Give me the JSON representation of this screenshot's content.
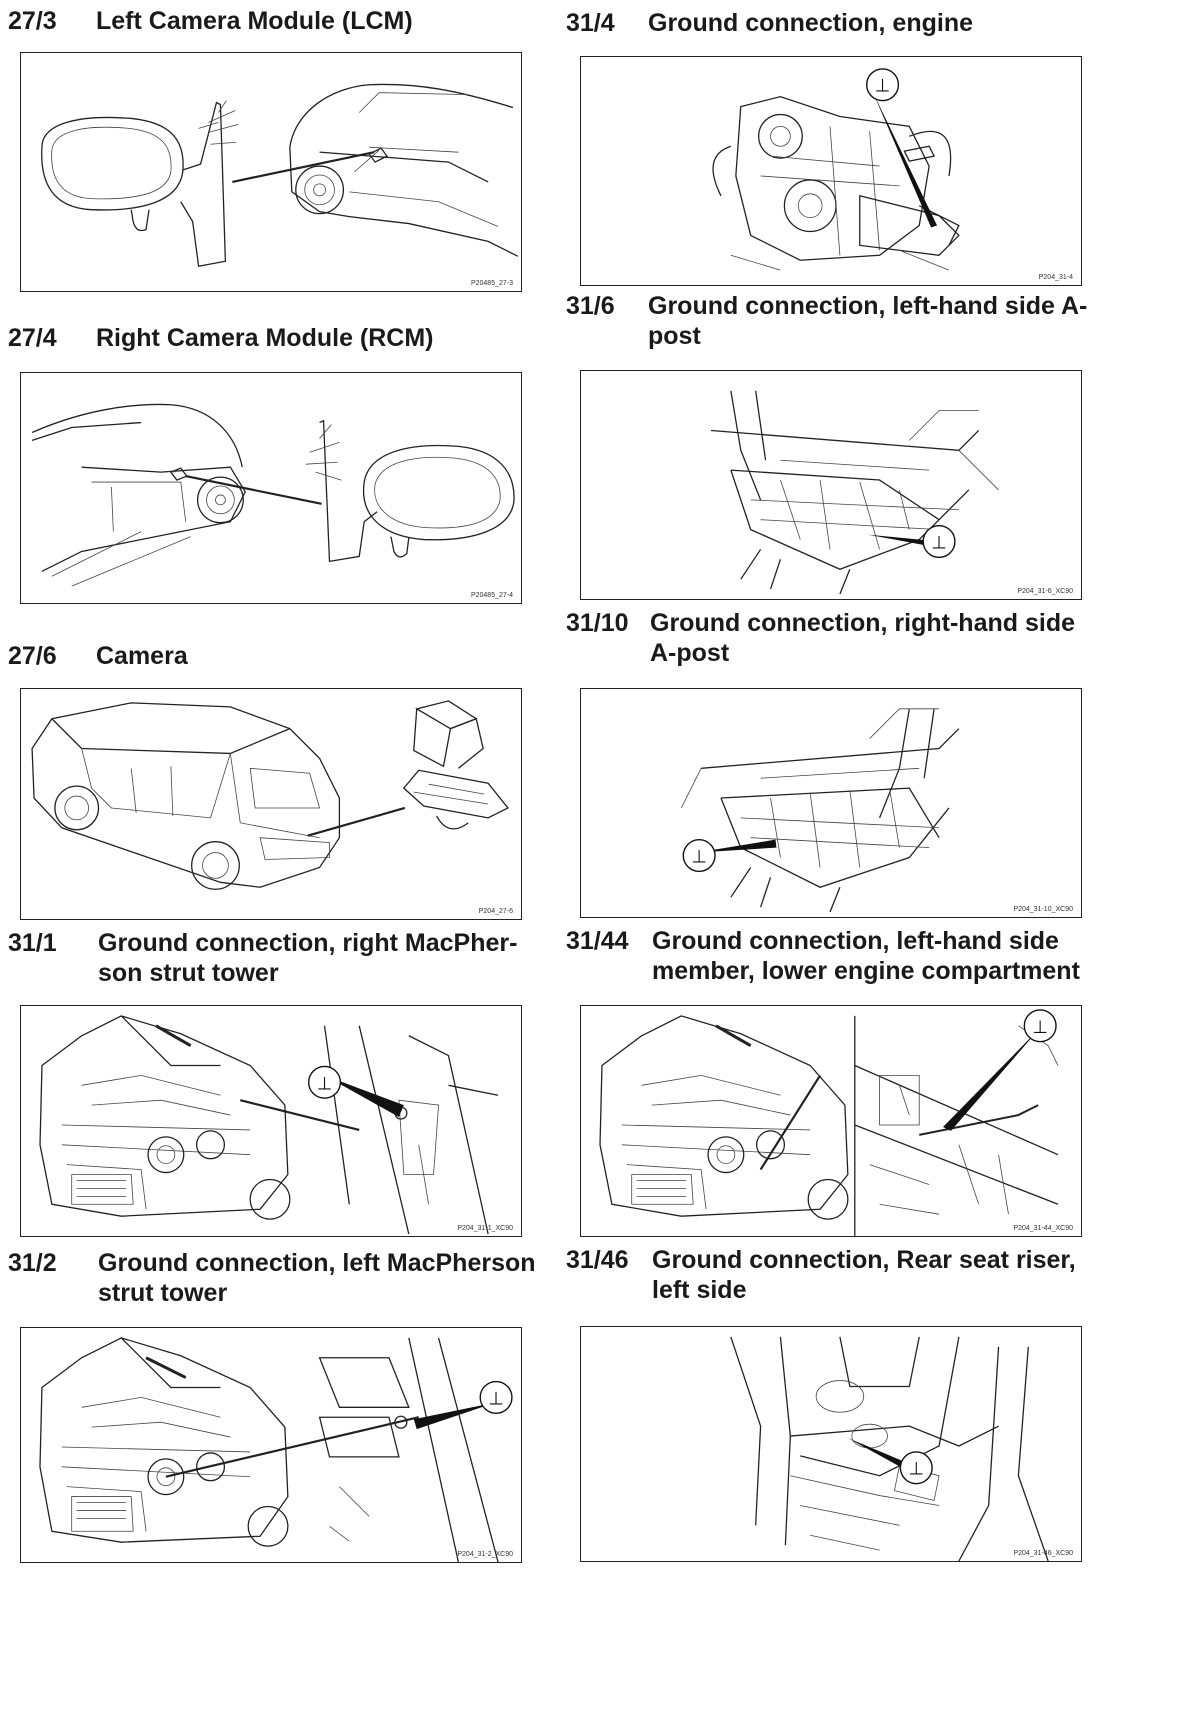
{
  "sections": [
    {
      "number": "27/3",
      "title_lines": [
        "Left Camera Module (LCM)"
      ],
      "ref": "P20485_27-3",
      "illustration": "left-camera-module"
    },
    {
      "number": "27/4",
      "title_lines": [
        "Right Camera Module (RCM)"
      ],
      "ref": "P20485_27-4",
      "illustration": "right-camera-module"
    },
    {
      "number": "27/6",
      "title_lines": [
        "Camera"
      ],
      "ref": "P204_27-6",
      "illustration": "rear-camera"
    },
    {
      "number": "31/1",
      "title_lines": [
        "Ground connection, right MacPher-",
        "son strut tower"
      ],
      "ref": "P204_31-1_XC90",
      "illustration": "right-strut-tower-ground"
    },
    {
      "number": "31/2",
      "title_lines": [
        "Ground connection, left MacPherson",
        "strut tower"
      ],
      "ref": "P204_31-2_XC90",
      "illustration": "left-strut-tower-ground"
    },
    {
      "number": "31/4",
      "title_lines": [
        "Ground connection, engine"
      ],
      "ref": "P204_31-4",
      "illustration": "engine-ground"
    },
    {
      "number": "31/6",
      "title_lines": [
        "Ground connection, left-hand side A-",
        "post"
      ],
      "ref": "P204_31-6_XC90",
      "illustration": "left-a-post-ground"
    },
    {
      "number": "31/10",
      "title_lines": [
        "Ground connection, right-hand side",
        "A-post"
      ],
      "ref": "P204_31-10_XC90",
      "illustration": "right-a-post-ground"
    },
    {
      "number": "31/44",
      "title_lines": [
        "Ground connection, left-hand side",
        "member, lower engine compartment"
      ],
      "ref": "P204_31-44_XC90",
      "illustration": "side-member-ground"
    },
    {
      "number": "31/46",
      "title_lines": [
        "Ground connection, Rear seat riser,",
        "left side"
      ],
      "ref": "P204_31-46_XC90",
      "illustration": "rear-seat-riser-ground"
    }
  ],
  "ground_symbol": "⊥"
}
